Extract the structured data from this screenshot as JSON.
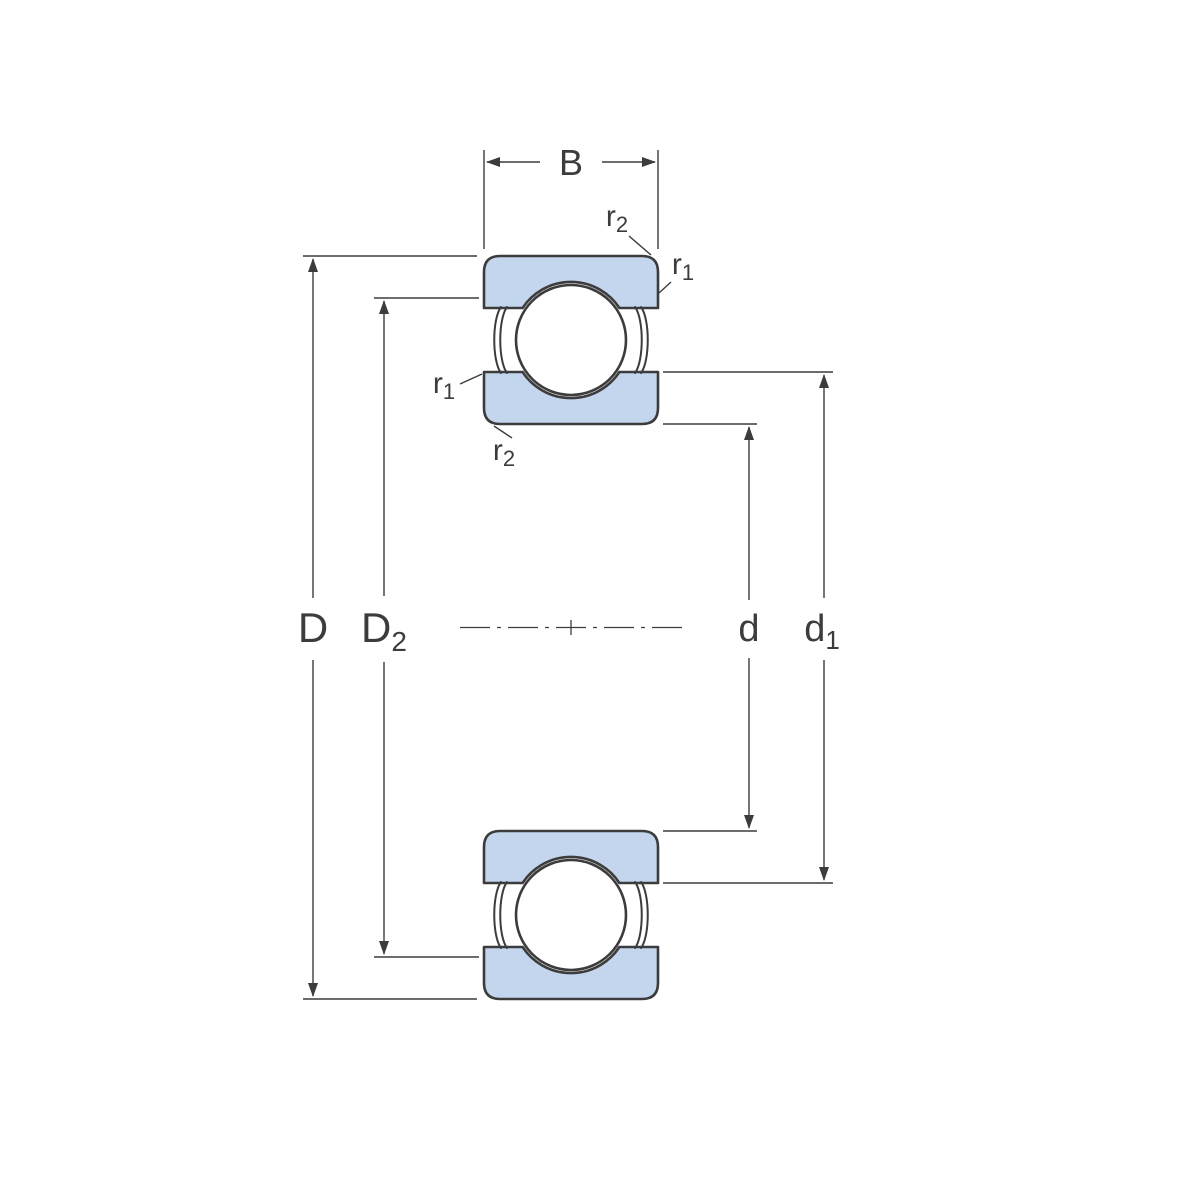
{
  "colors": {
    "background": "#ffffff",
    "bearing_fill": "#c4d6ee",
    "line": "#3c3c3c",
    "dimension": "#3c3c3c",
    "text_color": "#3c3c3c"
  },
  "dimensions": {
    "B": {
      "label": "B"
    },
    "D": {
      "label": "D"
    },
    "D2": {
      "main": "D",
      "sub": "2"
    },
    "d": {
      "label": "d"
    },
    "d1": {
      "main": "d",
      "sub": "1"
    }
  },
  "fillets": {
    "r1": {
      "main": "r",
      "sub": "1"
    },
    "r2": {
      "main": "r",
      "sub": "2"
    }
  }
}
